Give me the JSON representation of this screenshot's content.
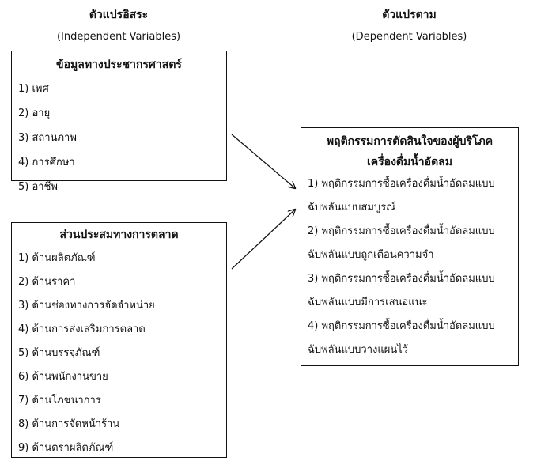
{
  "independent": {
    "heading": "ตัวแปรอิสระ",
    "subheading": "(Independent Variables)",
    "groups": [
      {
        "title": "ข้อมูลทางประชากรศาสตร์",
        "items": [
          "1) เพศ",
          "2) อายุ",
          "3) สถานภาพ",
          "4) การศึกษา",
          "5) อาชีพ"
        ]
      },
      {
        "title": "ส่วนประสมทางการตลาด",
        "items": [
          "1) ด้านผลิตภัณฑ์",
          "2) ด้านราคา",
          "3) ด้านช่องทางการจัดจำหน่าย",
          "4) ด้านการส่งเสริมการตลาด",
          "5) ด้านบรรจุภัณฑ์",
          "6) ด้านพนักงานขาย",
          "7) ด้านโภชนาการ",
          "8) ด้านการจัดหน้าร้าน",
          "9) ด้านตราผลิตภัณฑ์"
        ]
      }
    ]
  },
  "dependent": {
    "heading": "ตัวแปรตาม",
    "subheading": "(Dependent Variables)",
    "title_line1": "พฤติกรรมการตัดสินใจของผู้บริโภค",
    "title_line2": "เครื่องดื่มน้ำอัดลม",
    "items": [
      "1) พฤติกรรมการซื้อเครื่องดื่มน้ำอัดลมแบบ",
      "ฉับพลันแบบสมบูรณ์",
      "2) พฤติกรรมการซื้อเครื่องดื่มน้ำอัดลมแบบ",
      "ฉับพลันแบบถูกเตือนความจำ",
      "3) พฤติกรรมการซื้อเครื่องดื่มน้ำอัดลมแบบ",
      "ฉับพลันแบบมีการเสนอแนะ",
      "4) พฤติกรรมการซื้อเครื่องดื่มน้ำอัดลมแบบ",
      "ฉับพลันแบบวางแผนไว้"
    ]
  }
}
